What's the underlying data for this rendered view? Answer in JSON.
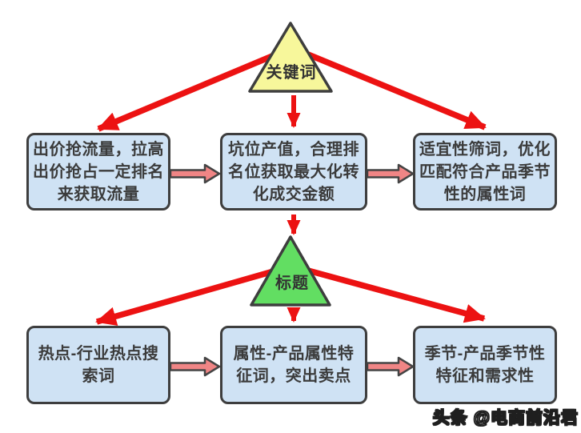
{
  "triangles": {
    "keyword": {
      "label": "关键词",
      "fill": "#f7f79b"
    },
    "title": {
      "label": "标题",
      "fill": "#62de62"
    }
  },
  "row1": {
    "box1": {
      "text": "出价抢流量，拉高\n出价抢占一定排名\n来获取流量"
    },
    "box2": {
      "text": "坑位产值，合理排\n名位获取最大化转\n化成交金额"
    },
    "box3": {
      "text": "适宜性筛词，优化\n匹配符合产品季节\n性的属性词"
    }
  },
  "row2": {
    "box1": {
      "text": "热点-行业热点搜\n索词"
    },
    "box2": {
      "text": "属性-产品属性特\n征词，突出卖点"
    },
    "box3": {
      "text": "季节-产品季节性\n特征和需求性"
    }
  },
  "watermark": {
    "text": "头条 @电商前沿君"
  },
  "colors": {
    "background": "#ffffff",
    "box_fill": "#cfe2f4",
    "box_border": "#3e3e3e",
    "red_arrow": "#ec1212",
    "salmon_arrow_fill": "#f08585",
    "salmon_arrow_border": "#444444",
    "triangle_yellow": "#f7f79b",
    "triangle_green": "#62de62",
    "text": "#3b3b3b"
  }
}
